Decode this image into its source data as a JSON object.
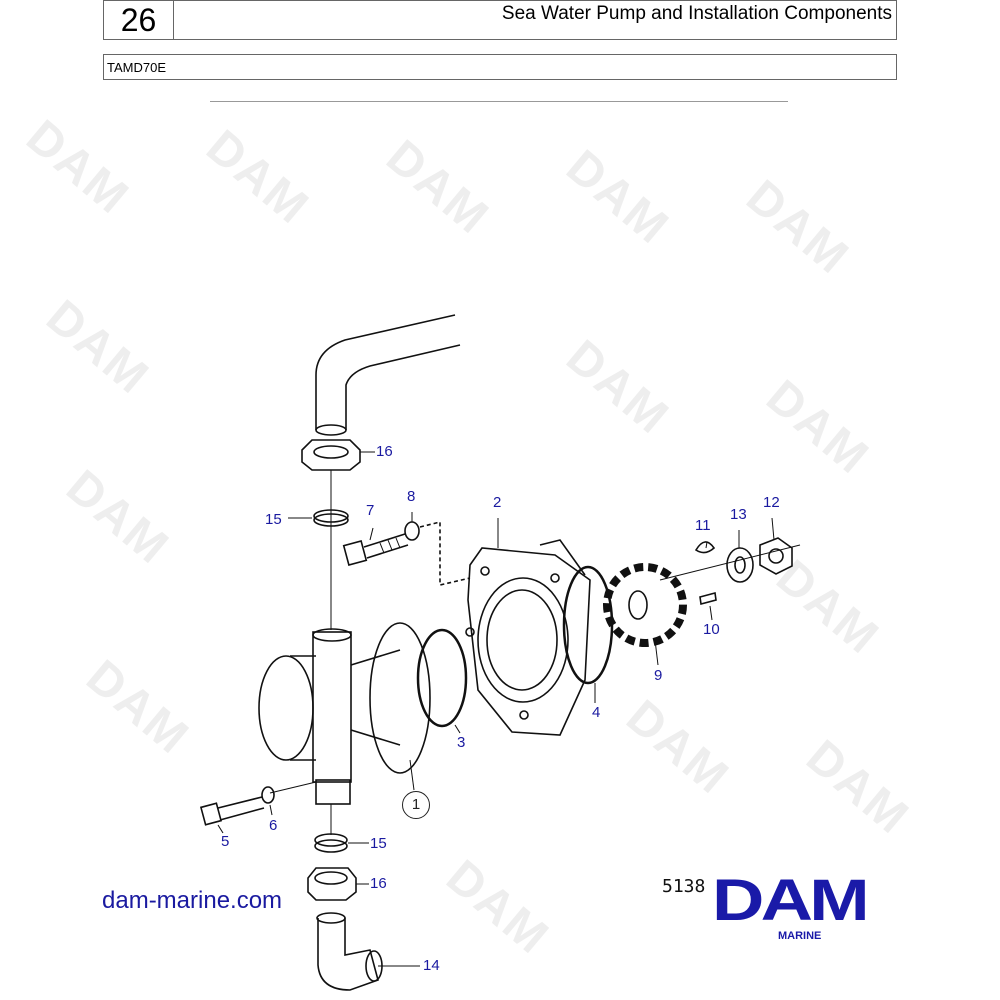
{
  "header": {
    "section_number": "26",
    "title": "Sea Water Pump and Installation Components",
    "model": "TAMD70E"
  },
  "watermark": "DAM",
  "callouts": {
    "c16a": "16",
    "c15a": "15",
    "c7": "7",
    "c8": "8",
    "c2": "2",
    "c11": "11",
    "c13": "13",
    "c12": "12",
    "c10": "10",
    "c9": "9",
    "c4": "4",
    "c3": "3",
    "c1": "1",
    "c5": "5",
    "c6": "6",
    "c15b": "15",
    "c16b": "16",
    "c14": "14"
  },
  "figure_number": "5138",
  "footer": {
    "website": "dam-marine.com",
    "logo_text": "DAM",
    "logo_sub": "MARINE"
  },
  "colors": {
    "callout": "#1a1aa0",
    "logo": "#1a1aa8"
  }
}
